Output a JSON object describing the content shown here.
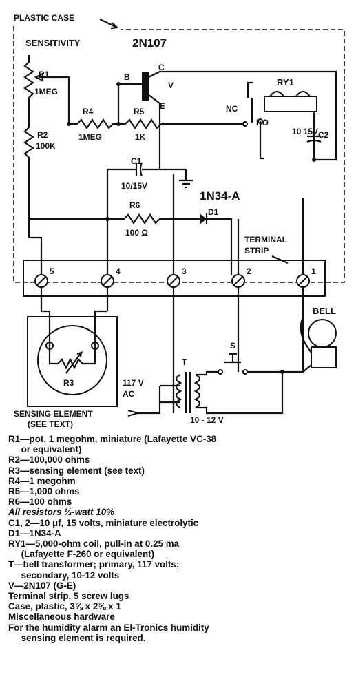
{
  "labels": {
    "plastic_case": "PLASTIC CASE",
    "sensitivity": "SENSITIVITY",
    "transistor_title": "2N107",
    "r1": "R1",
    "r1_value": "1MEG",
    "r2": "R2",
    "r2_value": "100K",
    "base": "B",
    "collector": "C",
    "emitter": "E",
    "v": "V",
    "r4": "R4",
    "r4_value": "1MEG",
    "r5": "R5",
    "r5_value": "1K",
    "ry1": "RY1",
    "nc": "NC",
    "no": "NO",
    "c2_value": "10\n15V",
    "c2": "C2",
    "c1": "C1",
    "c1_value": "10/15V",
    "diode_type": "1N34-A",
    "d1": "D1",
    "r6": "R6",
    "r6_value": "100 Ω",
    "terminal_strip": "TERMINAL\nSTRIP",
    "terminals": [
      "5",
      "4",
      "3",
      "2",
      "1"
    ],
    "bell": "BELL",
    "switch": "S",
    "transformer": "T",
    "ac": "117 V\nAC",
    "r3": "R3",
    "sensing_element": "SENSING ELEMENT\n(SEE TEXT)",
    "secondary": "10 - 12 V"
  },
  "parts_list": [
    "R1—pot, 1 megohm, miniature (Lafayette VC-38",
    "     or equivalent)",
    "R2—100,000 ohms",
    "R3—sensing element (see text)",
    "R4—1 megohm",
    "R5—1,000 ohms",
    "R6—100 ohms",
    "All resistors ½-watt 10%",
    "C1, 2—10 μf, 15 volts, miniature electrolytic",
    "D1—1N34-A",
    "RY1—5,000-ohm coil, pull-in at 0.25 ma",
    "     (Lafayette F-260 or equivalent)",
    "T—bell transformer; primary, 117 volts;",
    "     secondary, 10-12 volts",
    "V—2N107 (G-E)",
    "Terminal strip, 5 screw lugs",
    "Case, plastic, 3⅝ x 2⅝ x 1",
    "Miscellaneous hardware",
    "For the humidity alarm an El-Tronics humidity",
    "     sensing element is required."
  ]
}
